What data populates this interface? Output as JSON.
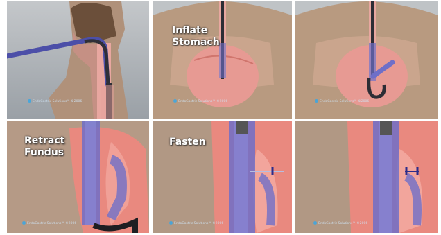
{
  "panels": [
    {
      "id": "p1",
      "caption": "",
      "watermark": "EndoGastric Solutions™ ©2006"
    },
    {
      "id": "p2",
      "caption": "Inflate\nStomach",
      "watermark": "EndoGastric Solutions™ ©2006"
    },
    {
      "id": "p3",
      "caption": "",
      "watermark": "EndoGastric Solutions™ ©2006"
    },
    {
      "id": "p4",
      "caption": "Retract\nFundus",
      "watermark": "EndoGastric Solutions™ ©2006"
    },
    {
      "id": "p5",
      "caption": "Fasten",
      "watermark": "EndoGastric Solutions™ ©2006"
    },
    {
      "id": "p6",
      "caption": "",
      "watermark": "EndoGastric Solutions™ ©2006"
    }
  ],
  "colors": {
    "skin": "#b89a80",
    "background_top": "#b9bcc0",
    "stomach": "#e79a93",
    "tissue": "#e9897f",
    "device": "#6f6fc8",
    "scope": "#2d2d35"
  }
}
